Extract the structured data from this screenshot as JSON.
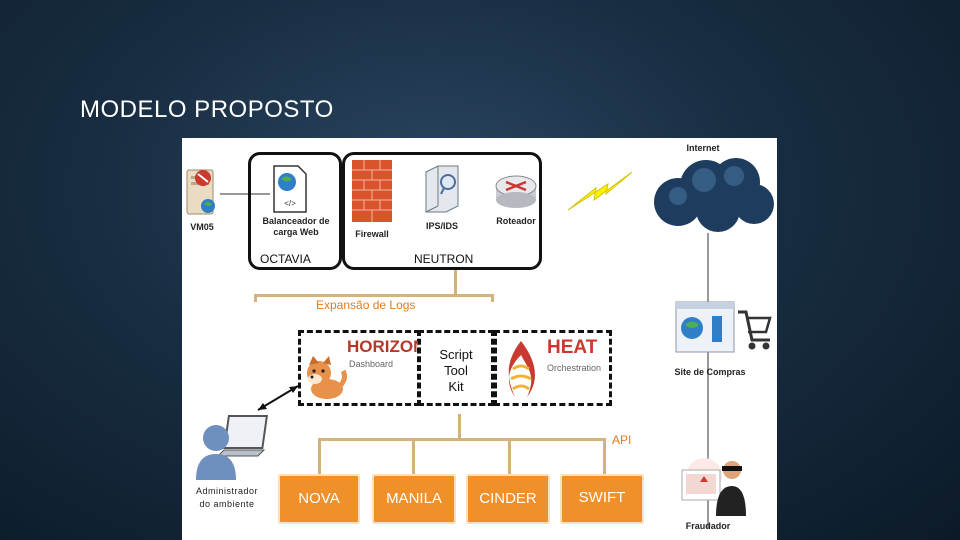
{
  "slide": {
    "title": "MODELO PROPOSTO"
  },
  "diagram": {
    "internet_label": "Internet",
    "vm_label": "VM05",
    "lb_label": "Balanceador de carga Web",
    "firewall_label": "Firewall",
    "ips_label": "IPS/IDS",
    "router_label": "Roteador",
    "octavia_label": "OCTAVIA",
    "neutron_label": "NEUTRON",
    "logs_label": "Expansão de Logs",
    "horizon_title": "HORIZON",
    "horizon_sub": "Dashboard",
    "script_label": "Script Tool Kit",
    "heat_title": "HEAT",
    "heat_sub": "Orchestration",
    "site_label": "Site de Compras",
    "api_label": "API",
    "admin_label": "Administrador do ambiente",
    "fraud_label": "Fraudador",
    "services": [
      "NOVA",
      "MANILA",
      "CINDER",
      "SWIFT"
    ]
  },
  "colors": {
    "background": "#182d42",
    "service_fill": "#f0902b",
    "bus": "#d4b37a",
    "api_text": "#e07b20",
    "logs_text": "#e07b20",
    "cloud": "#1e3d5e"
  }
}
